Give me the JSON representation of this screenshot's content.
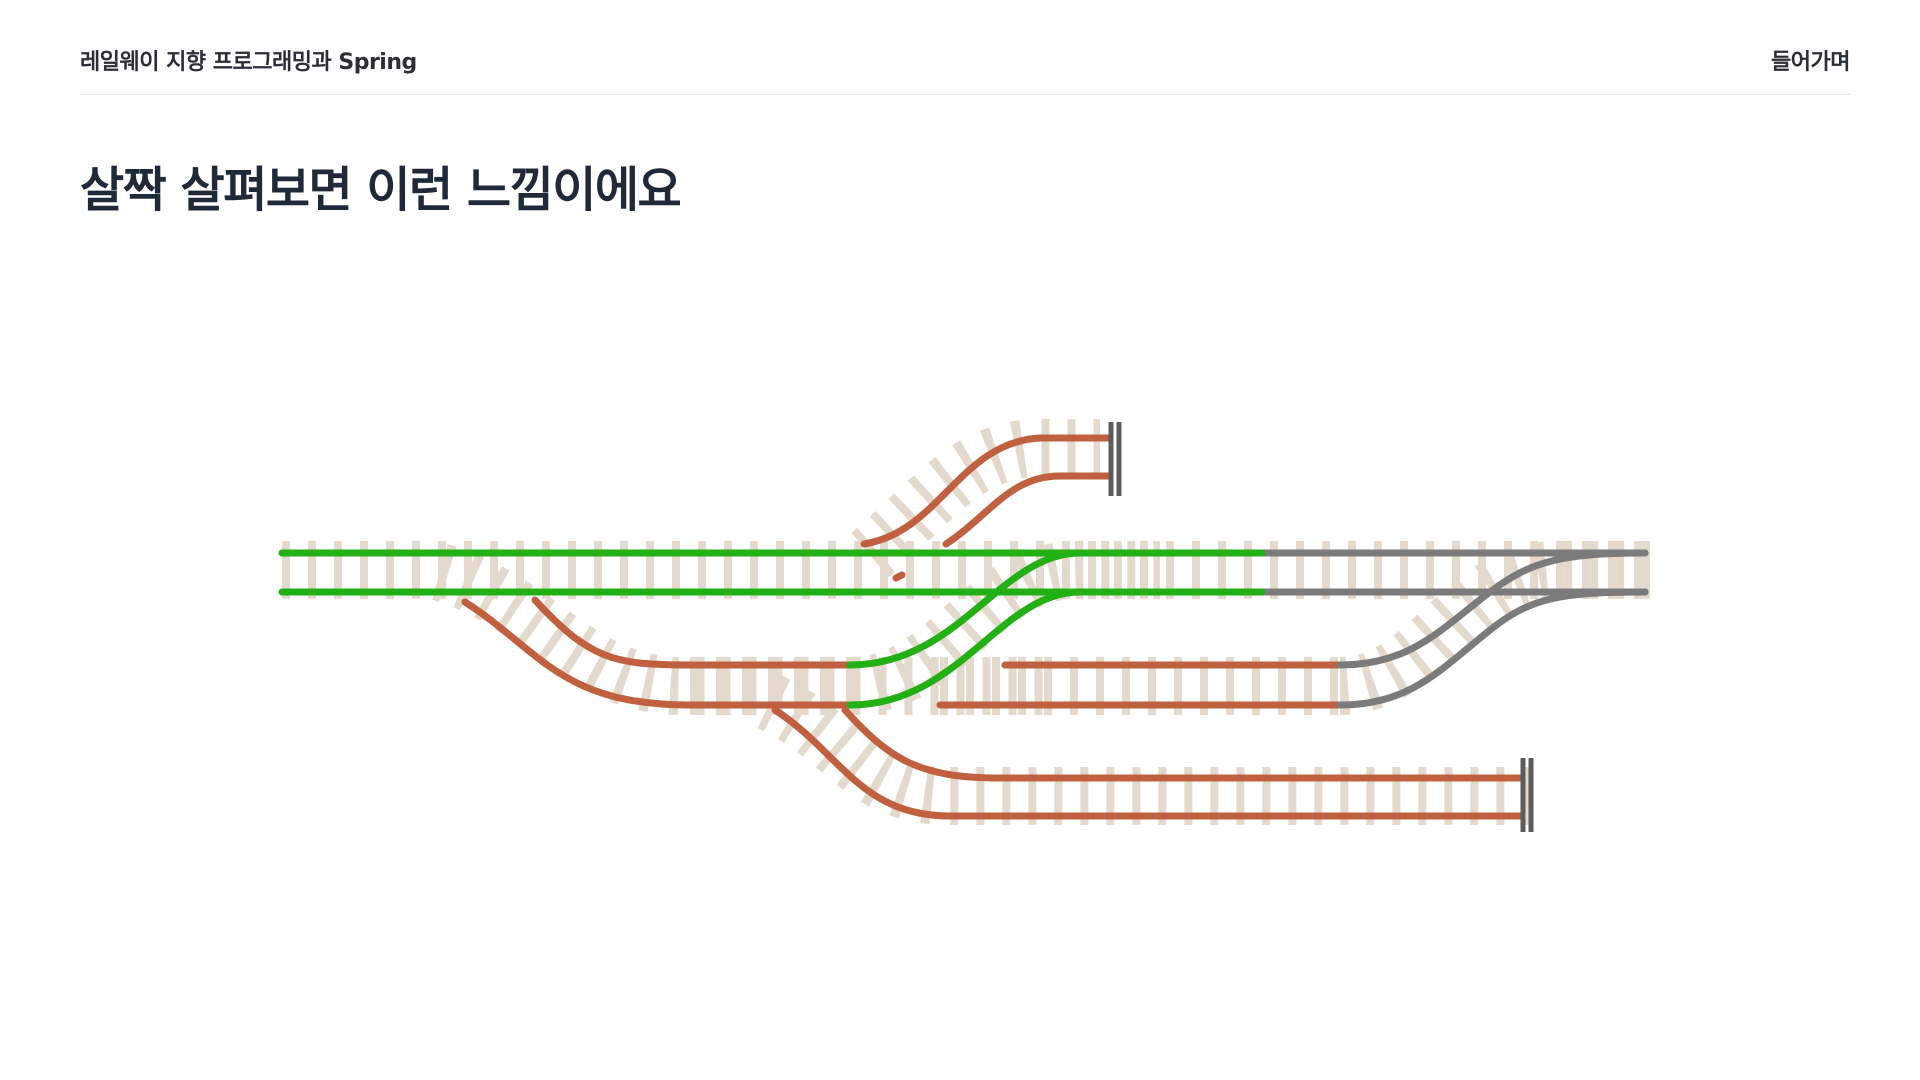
{
  "header": {
    "series_title": "레일웨이 지향 프로그래밍과 Spring",
    "section": "들어가며"
  },
  "slide": {
    "title": "살짝 살펴보면 이런 느낌이에요"
  },
  "colors": {
    "success_track": "#22b014",
    "failure_track": "#c0603f",
    "inactive_track": "#7b7b7b",
    "sleeper": "#e3d9cc",
    "buffer_stop": "#5c5c5c"
  }
}
